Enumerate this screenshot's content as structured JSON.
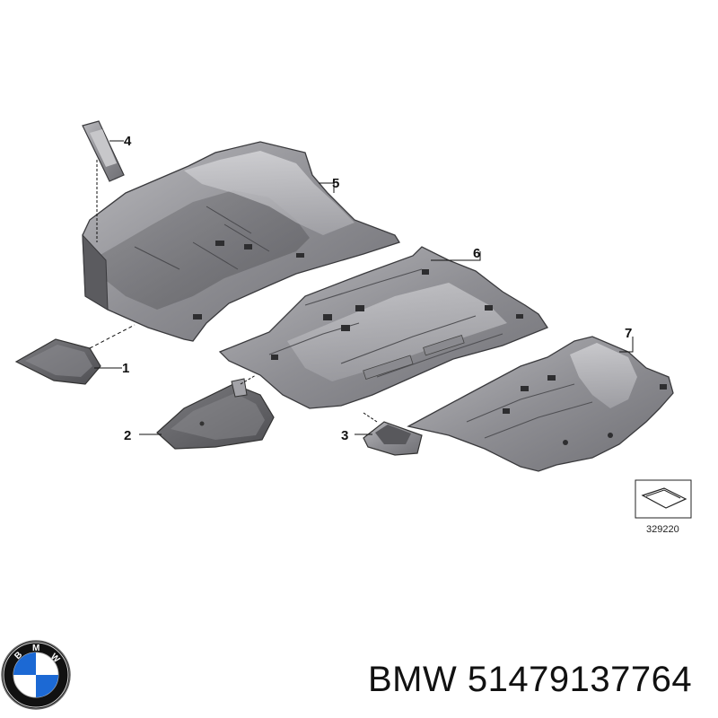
{
  "callouts": [
    "1",
    "2",
    "3",
    "4",
    "5",
    "6",
    "7"
  ],
  "reference_number": "329220",
  "logo": {
    "lettering": "BMW",
    "colors": {
      "blue": "#1c69d4",
      "black": "#111111"
    }
  },
  "footer": {
    "brand": "BMW",
    "part_number": "51479137764"
  }
}
